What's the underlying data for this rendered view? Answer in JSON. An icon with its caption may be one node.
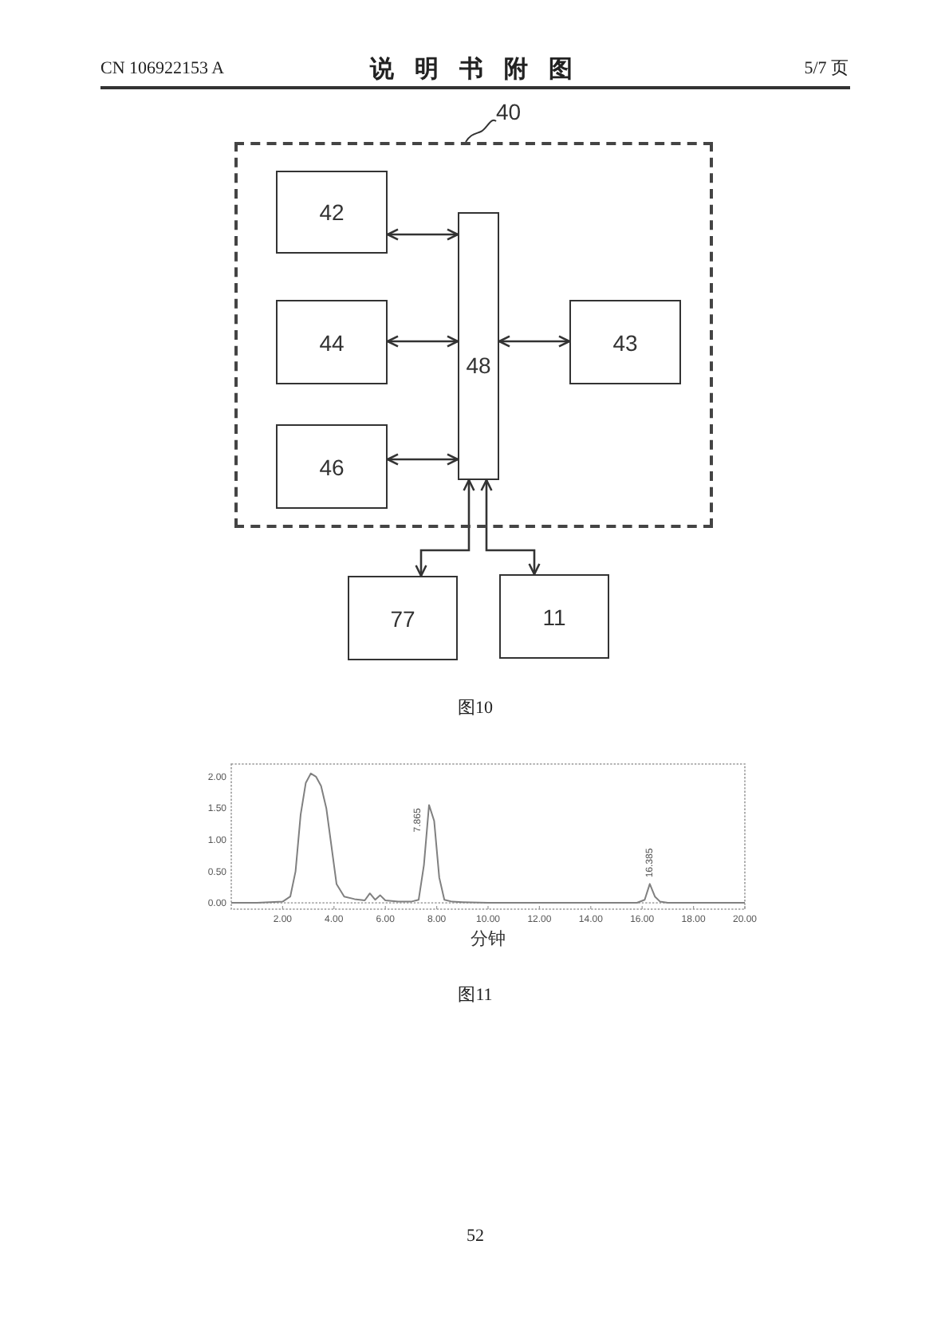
{
  "diagram": {
    "title": "说明书附图",
    "nodes": [
      {
        "text": [
          "40"
        ]
      },
      {
        "text": [],
        "shape": "box"
      },
      {
        "text": [
          "42"
        ],
        "in": 1
      },
      {
        "text": [
          "48"
        ],
        "in": 1
      },
      {
        "text": [
          "44"
        ],
        "in": 1
      },
      {
        "text": [
          "43"
        ],
        "in": 1
      },
      {
        "text": [
          "46"
        ],
        "in": 1
      },
      {
        "text": [
          "77"
        ]
      },
      {
        "text": [
          "11"
        ]
      }
    ],
    "edges": [
      {
        "from": 0,
        "to": 1,
        "arrow": "none"
      },
      {
        "from": 2,
        "to": 3,
        "arrow": "both"
      },
      {
        "from": 4,
        "to": 3,
        "arrow": "both"
      },
      {
        "from": 3,
        "to": 5,
        "arrow": "both"
      },
      {
        "from": 6,
        "to": 3,
        "arrow": "both"
      },
      {
        "from": 3,
        "to": 7,
        "arrow": "both"
      },
      {
        "from": 3,
        "to": 8,
        "arrow": "both"
      }
    ],
    "labels": [
      "CN 106922153 A",
      "5/7 页",
      "图10",
      "图11",
      "52"
    ],
    "chart_data": {
      "type": "line",
      "xlabel": "分钟",
      "x": [
        0,
        1,
        2,
        2.3,
        2.5,
        2.7,
        2.9,
        3.1,
        3.3,
        3.5,
        3.7,
        3.9,
        4.1,
        4.4,
        4.8,
        5.2,
        5.4,
        5.6,
        5.8,
        6.0,
        6.5,
        7.0,
        7.3,
        7.5,
        7.7,
        7.9,
        8.1,
        8.3,
        8.6,
        9,
        10,
        12,
        14,
        15.8,
        16.1,
        16.3,
        16.5,
        16.7,
        17,
        18,
        20
      ],
      "series": [
        {
          "color": "#808080",
          "values": [
            0,
            0,
            0.02,
            0.1,
            0.5,
            1.4,
            1.9,
            2.05,
            2.0,
            1.85,
            1.5,
            0.9,
            0.3,
            0.1,
            0.06,
            0.04,
            0.15,
            0.05,
            0.12,
            0.04,
            0.02,
            0.02,
            0.05,
            0.6,
            1.55,
            1.3,
            0.4,
            0.05,
            0.02,
            0.01,
            0,
            0,
            0,
            0,
            0.05,
            0.3,
            0.1,
            0.02,
            0,
            0,
            0
          ]
        }
      ],
      "xlim": [
        0,
        20
      ],
      "ylim": [
        -0.1,
        2.2
      ],
      "xticks": [
        {
          "value": 2,
          "label": "2.00"
        },
        {
          "value": 4,
          "label": "4.00"
        },
        {
          "value": 6,
          "label": "6.00"
        },
        {
          "value": 8,
          "label": "8.00"
        },
        {
          "value": 10,
          "label": "10.00"
        },
        {
          "value": 12,
          "label": "12.00"
        },
        {
          "value": 14,
          "label": "14.00"
        },
        {
          "value": 16,
          "label": "16.00"
        },
        {
          "value": 18,
          "label": "18.00"
        },
        {
          "value": 20,
          "label": "20.00"
        }
      ],
      "yticks": [
        {
          "value": 0,
          "label": "0.00"
        },
        {
          "value": 0.5,
          "label": "0.50"
        },
        {
          "value": 1,
          "label": "1.00"
        },
        {
          "value": 1.5,
          "label": "1.50"
        },
        {
          "value": 2,
          "label": "2.00"
        }
      ],
      "annotations": [
        {
          "x": 7.7,
          "y": 1.55,
          "text": "7.865"
        },
        {
          "x": 16.3,
          "y": 0.3,
          "text": "16.385"
        }
      ]
    }
  }
}
